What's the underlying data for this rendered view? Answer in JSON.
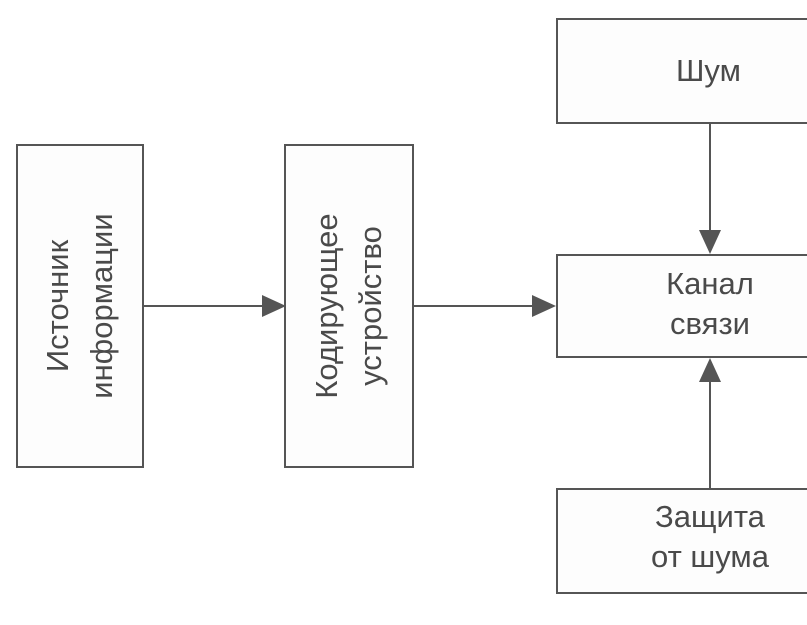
{
  "diagram": {
    "nodes": {
      "source": {
        "line1": "Источник",
        "line2": "информации"
      },
      "encoder": {
        "line1": "Кодирующее",
        "line2": "устройство"
      },
      "noise": {
        "label": "Шум"
      },
      "channel": {
        "line1": "Канал",
        "line2": "связи"
      },
      "protection": {
        "line1": "Защита",
        "line2": "от шума"
      }
    },
    "edges": [
      {
        "from": "source",
        "to": "encoder"
      },
      {
        "from": "encoder",
        "to": "channel"
      },
      {
        "from": "noise",
        "to": "channel"
      },
      {
        "from": "protection",
        "to": "channel"
      }
    ],
    "colors": {
      "stroke": "#555555",
      "text": "#4a4a4a"
    }
  }
}
